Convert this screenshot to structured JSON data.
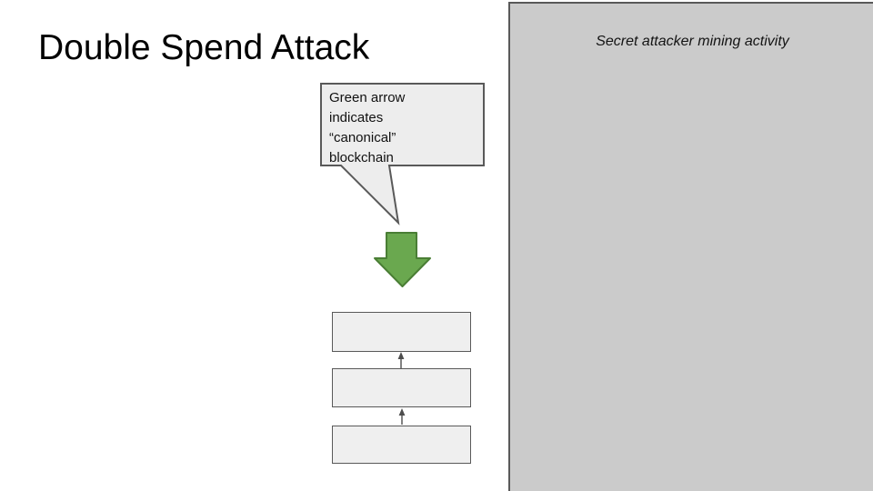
{
  "slide": {
    "title": "Double Spend Attack"
  },
  "panel": {
    "label": "Secret attacker mining activity"
  },
  "callout": {
    "full_text": "Green arrow indicates “canonical” blockchain",
    "lines": [
      "Green arrow",
      "indicates",
      "“canonical”",
      "blockchain"
    ]
  },
  "diagram": {
    "block_count": 3,
    "blocks": [
      {
        "label": ""
      },
      {
        "label": ""
      },
      {
        "label": ""
      }
    ],
    "green_arrow_meaning": "canonical blockchain indicator",
    "connector_direction": "up"
  },
  "colors": {
    "background": "#ffffff",
    "title_text": "#000000",
    "panel_fill": "#cbcbcb",
    "panel_border": "#595959",
    "callout_fill": "#ededed",
    "callout_border": "#595959",
    "block_fill": "#efefef",
    "block_border": "#595959",
    "green_arrow_fill": "#6aa84f",
    "green_arrow_border": "#4a7e35",
    "connector": "#4d4d4d"
  },
  "icons": {
    "green_arrow": "down-arrow-icon",
    "connector": "up-arrow-icon"
  }
}
